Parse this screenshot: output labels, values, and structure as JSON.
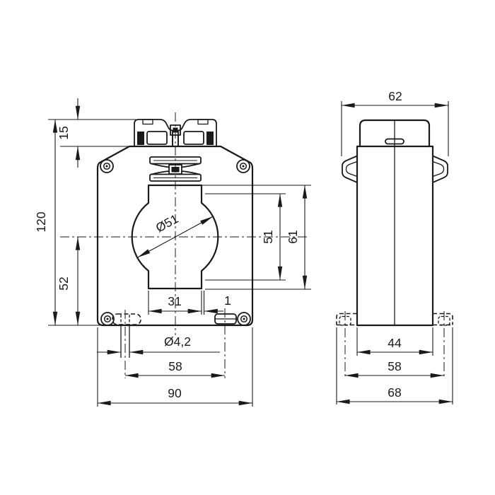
{
  "colors": {
    "ink": "#1a1a1a",
    "background": "#ffffff"
  },
  "front": {
    "total_height": "120",
    "terminal_height": "15",
    "center_to_base": "52",
    "aperture_diameter": "Ø51",
    "aperture_height": "51",
    "window_height": "61",
    "window_width": "31",
    "wall_offset": "1",
    "slot_width": "Ø4,2",
    "slot_spacing": "58",
    "body_width": "90"
  },
  "side": {
    "top_width": "62",
    "body_depth": "44",
    "foot_slot_spacing": "58",
    "base_depth": "68"
  }
}
